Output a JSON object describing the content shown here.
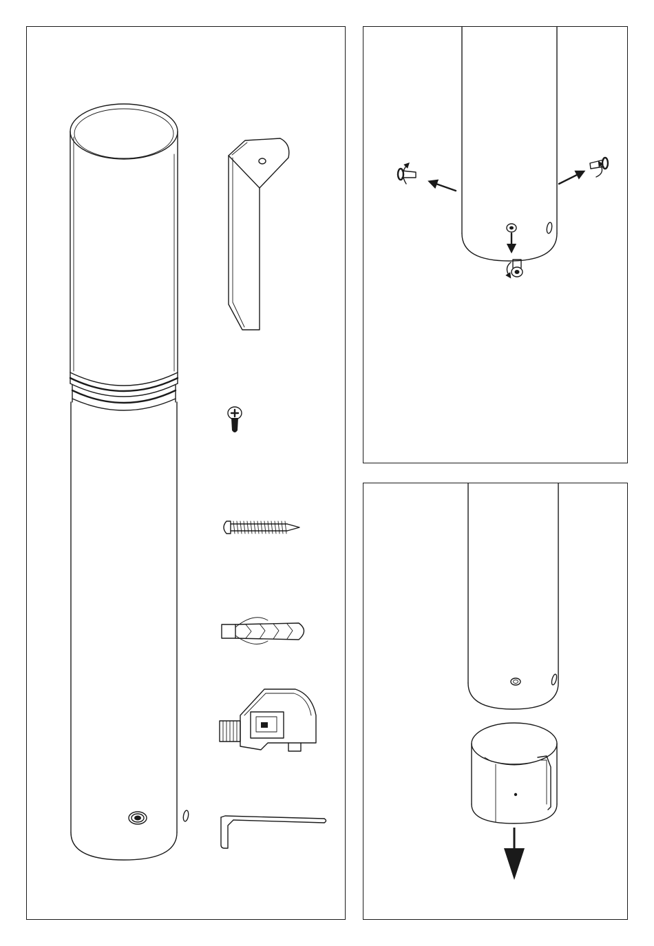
{
  "document": {
    "type": "assembly-instruction-sheet",
    "panels": [
      {
        "id": "parts",
        "parts": [
          "bollard-light-body",
          "mounting-bracket",
          "short-screw",
          "long-wood-screw",
          "wall-plug",
          "cable-connector",
          "hex-key"
        ]
      },
      {
        "id": "step-remove-screws",
        "icons": [
          "arrow-left-icon",
          "arrow-right-icon",
          "arrow-down-icon",
          "rotate-icon"
        ]
      },
      {
        "id": "step-remove-base-sleeve",
        "icons": [
          "arrow-down-icon"
        ]
      }
    ]
  },
  "colors": {
    "line": "#1a1a1a",
    "background": "#ffffff"
  }
}
